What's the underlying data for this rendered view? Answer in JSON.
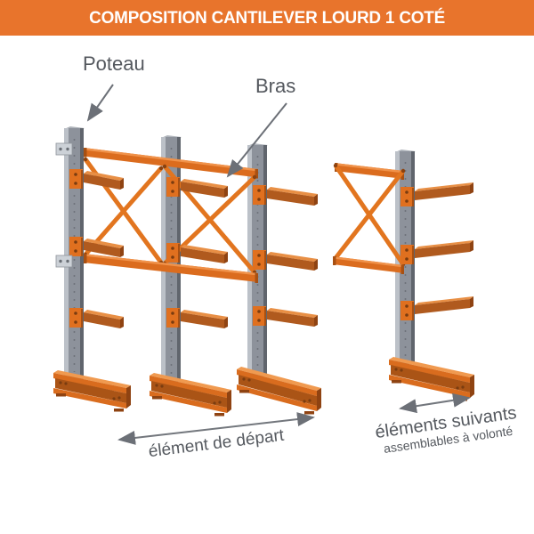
{
  "header": {
    "title": "COMPOSITION CANTILEVER LOURD 1 COTÉ",
    "background": "#e8742c",
    "text_color": "#ffffff"
  },
  "callouts": {
    "poteau": "Poteau",
    "bras": "Bras"
  },
  "annotations": {
    "start_element": "élément de départ",
    "next_elements_line1": "éléments suivants",
    "next_elements_line2": "assemblables à volonté"
  },
  "colors": {
    "banner_orange": "#e8742c",
    "rack_orange": "#e0701f",
    "rack_orange_dark": "#b05a1e",
    "steel_gray": "#8d929b",
    "annotation_gray": "#54585e"
  }
}
